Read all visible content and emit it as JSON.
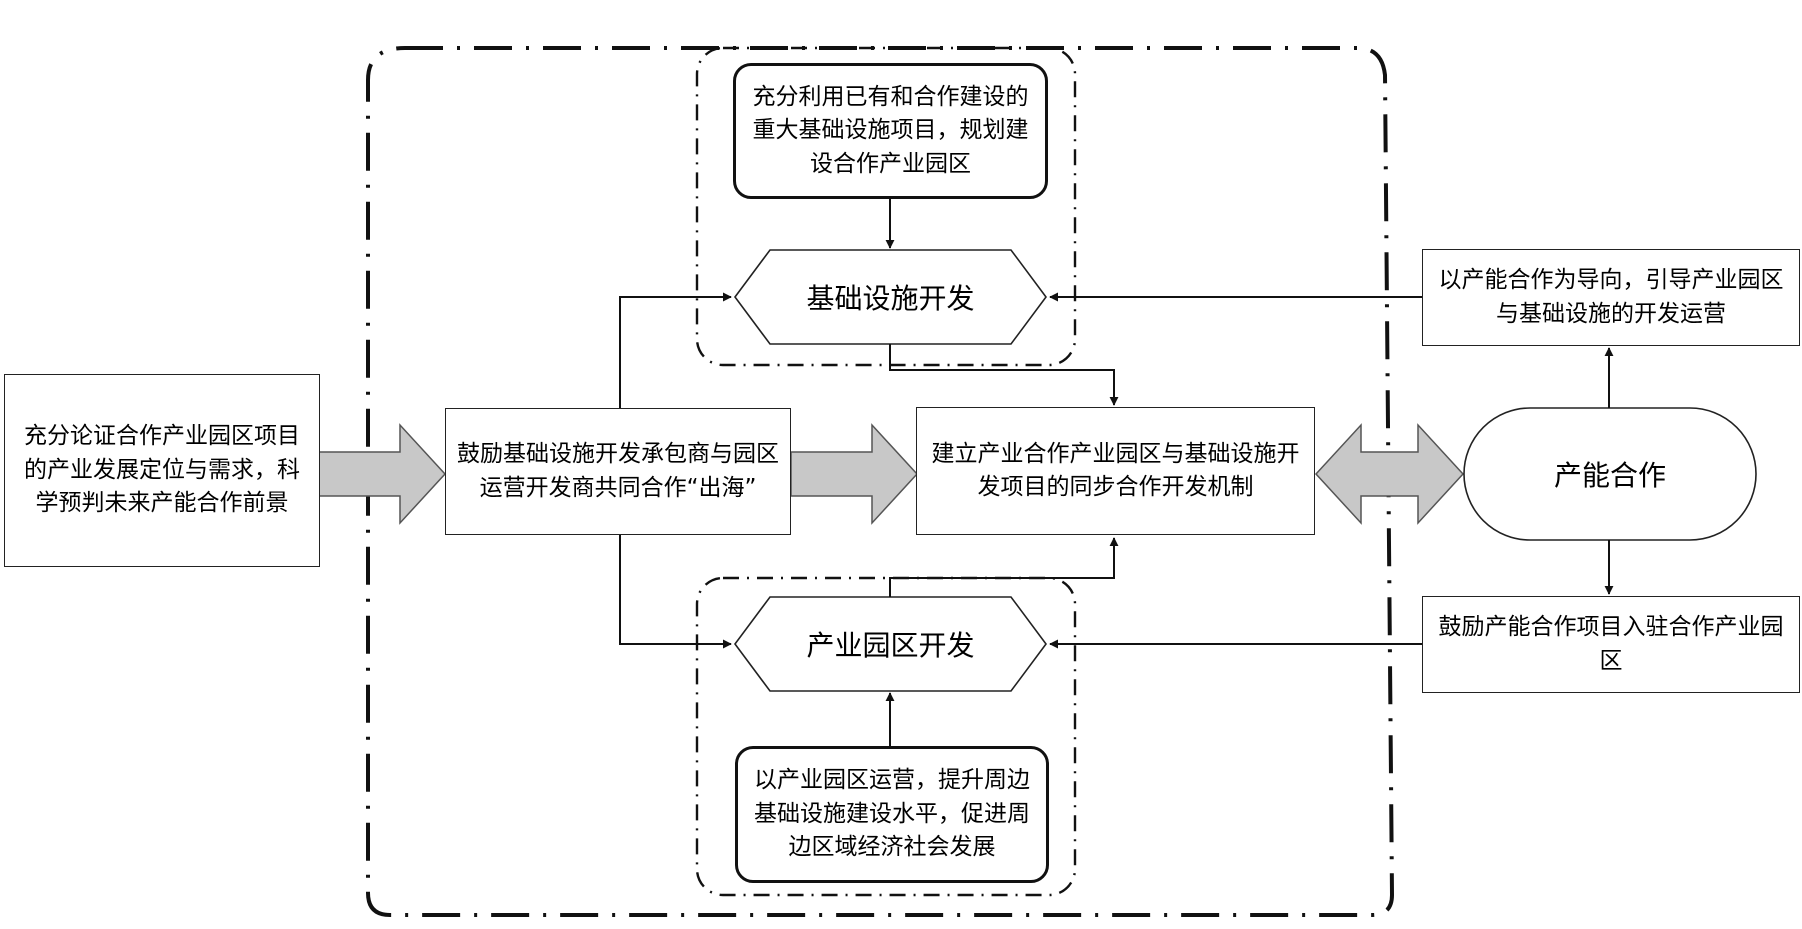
{
  "nodes": {
    "left_box": "充分论证合作产业园区项目的产业发展定位与需求，科学预判未来产能合作前景",
    "encourage_box": "鼓励基础设施开发承包商与园区运营开发商共同合作“出海”",
    "center_box": "建立产业合作产业园区与基础设施开发项目的同步合作开发机制",
    "top_box": "充分利用已有和合作建设的重大基础设施项目，规划建设合作产业园区",
    "infra_hex": "基础设施开发",
    "park_hex": "产业园区开发",
    "bottom_box": "以产业园区运营，提升周边基础设施建设水平，促进周边区域经济社会发展",
    "capacity_pill": "产能合作",
    "right_top_box": "以产能合作为导向，引导产业园区与基础设施的开发运营",
    "right_bottom_box": "鼓励产能合作项目入驻合作产业园区"
  },
  "colors": {
    "line": "#111111",
    "block_arrow_fill": "#c8c8c8",
    "block_arrow_stroke": "#555555"
  }
}
